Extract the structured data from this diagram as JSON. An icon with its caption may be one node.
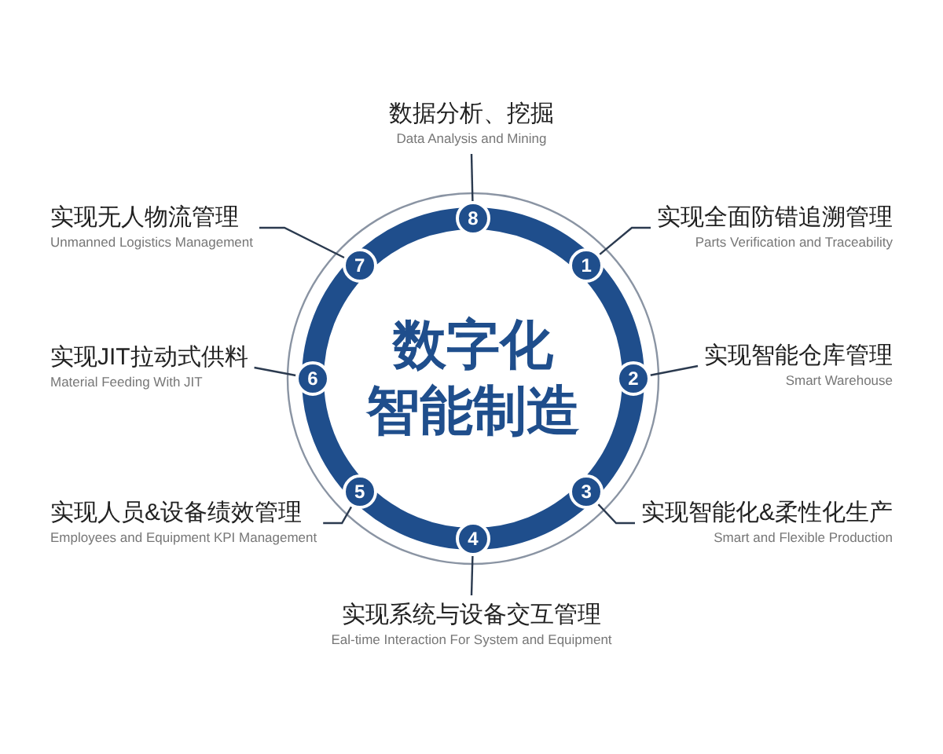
{
  "diagram": {
    "nodes": [
      {
        "text": [
          "数字化",
          "智能制造"
        ]
      },
      {
        "text": [
          "1"
        ]
      },
      {
        "text": [
          "2"
        ]
      },
      {
        "text": [
          "3"
        ]
      },
      {
        "text": [
          "4"
        ]
      },
      {
        "text": [
          "5"
        ]
      },
      {
        "text": [
          "6"
        ]
      },
      {
        "text": [
          "7"
        ]
      },
      {
        "text": [
          "8"
        ]
      },
      {
        "text": [
          "实现全面防错追溯管理",
          "Parts Verification and Traceability"
        ]
      },
      {
        "text": [
          "实现智能仓库管理",
          "Smart Warehouse"
        ]
      },
      {
        "text": [
          "实现智能化&柔性化生产",
          "Smart and Flexible Production"
        ]
      },
      {
        "text": [
          "实现系统与设备交互管理",
          "Eal-time Interaction For System and Equipment"
        ]
      },
      {
        "text": [
          "实现人员&设备绩效管理",
          "Employees and Equipment KPI Management"
        ]
      },
      {
        "text": [
          "实现JIT拉动式供料",
          "Material Feeding With JIT"
        ]
      },
      {
        "text": [
          "实现无人物流管理",
          "Unmanned Logistics Management"
        ]
      },
      {
        "text": [
          "数据分析、挖掘",
          "Data Analysis and Mining"
        ]
      }
    ],
    "edges": [
      {
        "from": 9,
        "to": 1,
        "arrow": "none"
      },
      {
        "from": 10,
        "to": 2,
        "arrow": "none"
      },
      {
        "from": 11,
        "to": 3,
        "arrow": "none"
      },
      {
        "from": 12,
        "to": 4,
        "arrow": "none"
      },
      {
        "from": 13,
        "to": 5,
        "arrow": "none"
      },
      {
        "from": 14,
        "to": 6,
        "arrow": "none"
      },
      {
        "from": 15,
        "to": 7,
        "arrow": "none"
      },
      {
        "from": 16,
        "to": 8,
        "arrow": "none"
      }
    ]
  }
}
